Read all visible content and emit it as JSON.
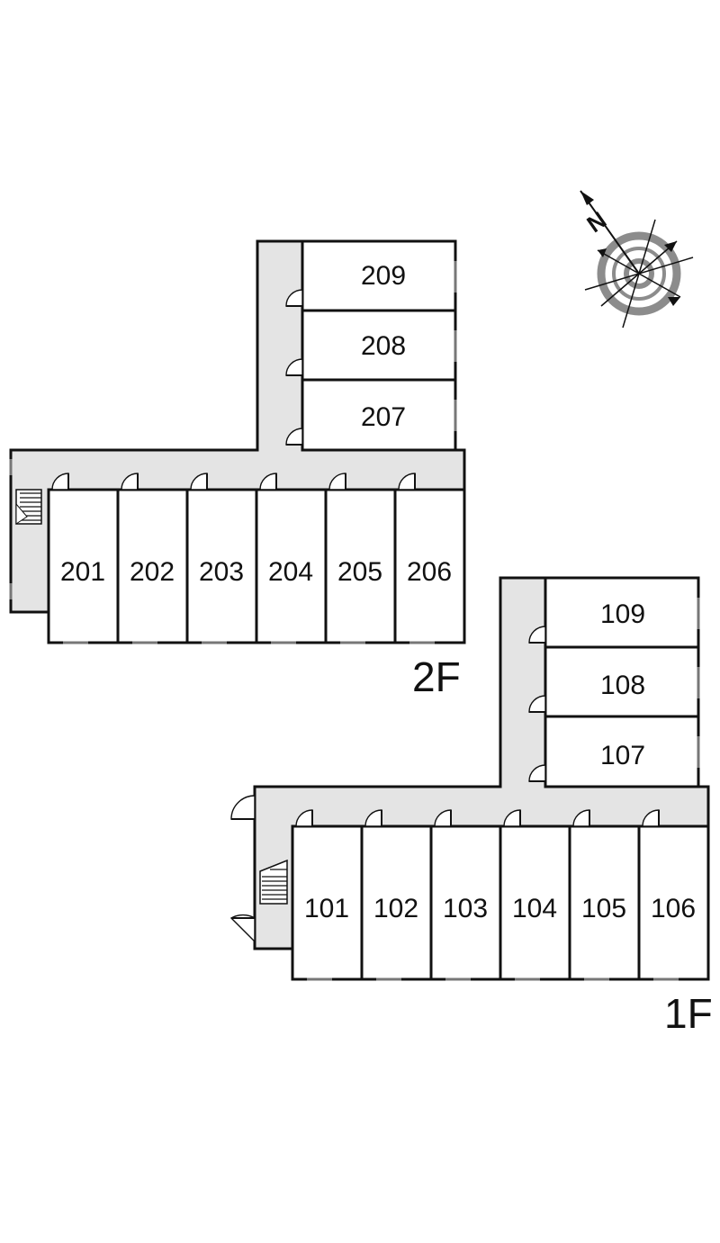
{
  "floors": {
    "second": {
      "label": "2F",
      "rooms": [
        "201",
        "202",
        "203",
        "204",
        "205",
        "206",
        "207",
        "208",
        "209"
      ]
    },
    "first": {
      "label": "1F",
      "rooms": [
        "101",
        "102",
        "103",
        "104",
        "105",
        "106",
        "107",
        "108",
        "109"
      ]
    }
  },
  "compass": {
    "letter": "N",
    "icon": "compass-rose-icon"
  },
  "colors": {
    "corridor": "#e4e4e4",
    "wall": "#111111",
    "compass_ring": "#8c8c8c"
  }
}
